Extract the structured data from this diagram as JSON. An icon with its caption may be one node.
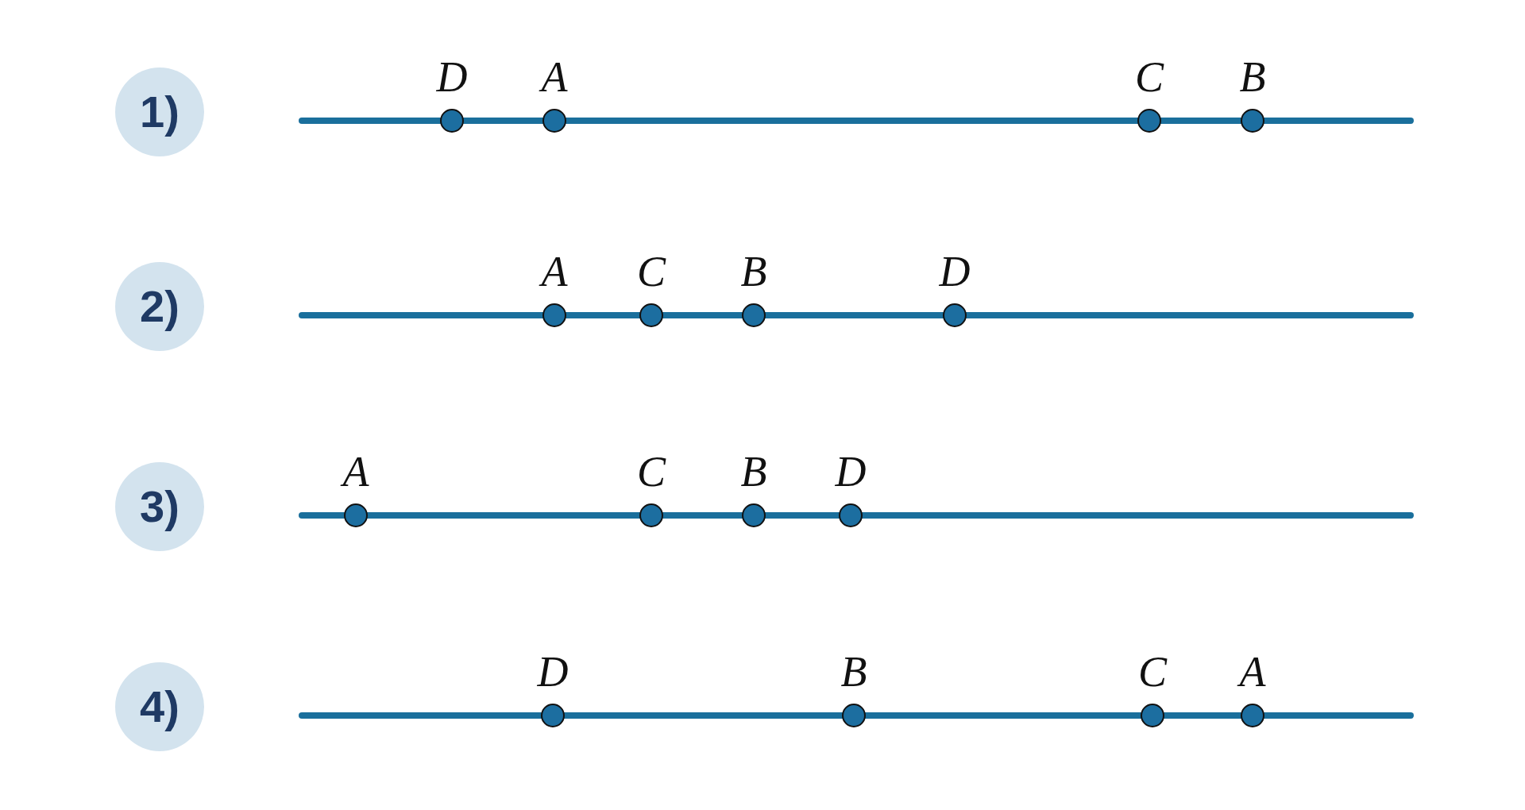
{
  "diagram": {
    "nodes": [
      {
        "text": [
          "1)"
        ]
      },
      {
        "text": [
          "2)"
        ]
      },
      {
        "text": [
          "3)"
        ]
      },
      {
        "text": [
          "4)"
        ]
      }
    ],
    "labels": [
      "D",
      "A",
      "C",
      "B",
      "A",
      "C",
      "B",
      "D",
      "A",
      "C",
      "B",
      "D",
      "D",
      "B",
      "C",
      "A"
    ]
  }
}
